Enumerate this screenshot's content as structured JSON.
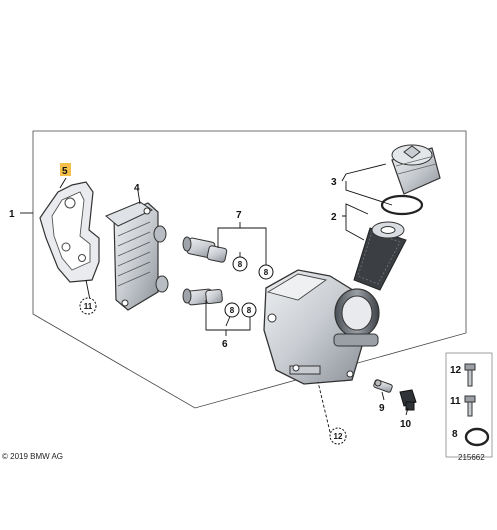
{
  "callouts": {
    "c1": "1",
    "c2": "2",
    "c3": "3",
    "c4": "4",
    "c5": "5",
    "c6": "6",
    "c7": "7",
    "c8a": "8",
    "c8b": "8",
    "c8c": "8",
    "c8d": "8",
    "c9": "9",
    "c10": "10",
    "c11a": "11",
    "c11b": "11",
    "c12a": "12",
    "c12b": "12",
    "c8e": "8"
  },
  "footer": {
    "copyright": "© 2019 BMW AG",
    "diagram_number": "215662"
  },
  "colors": {
    "highlight": "#f5c04a",
    "part_fill": "#d6d9dd",
    "part_dark": "#8f959c",
    "outline": "#333333"
  }
}
